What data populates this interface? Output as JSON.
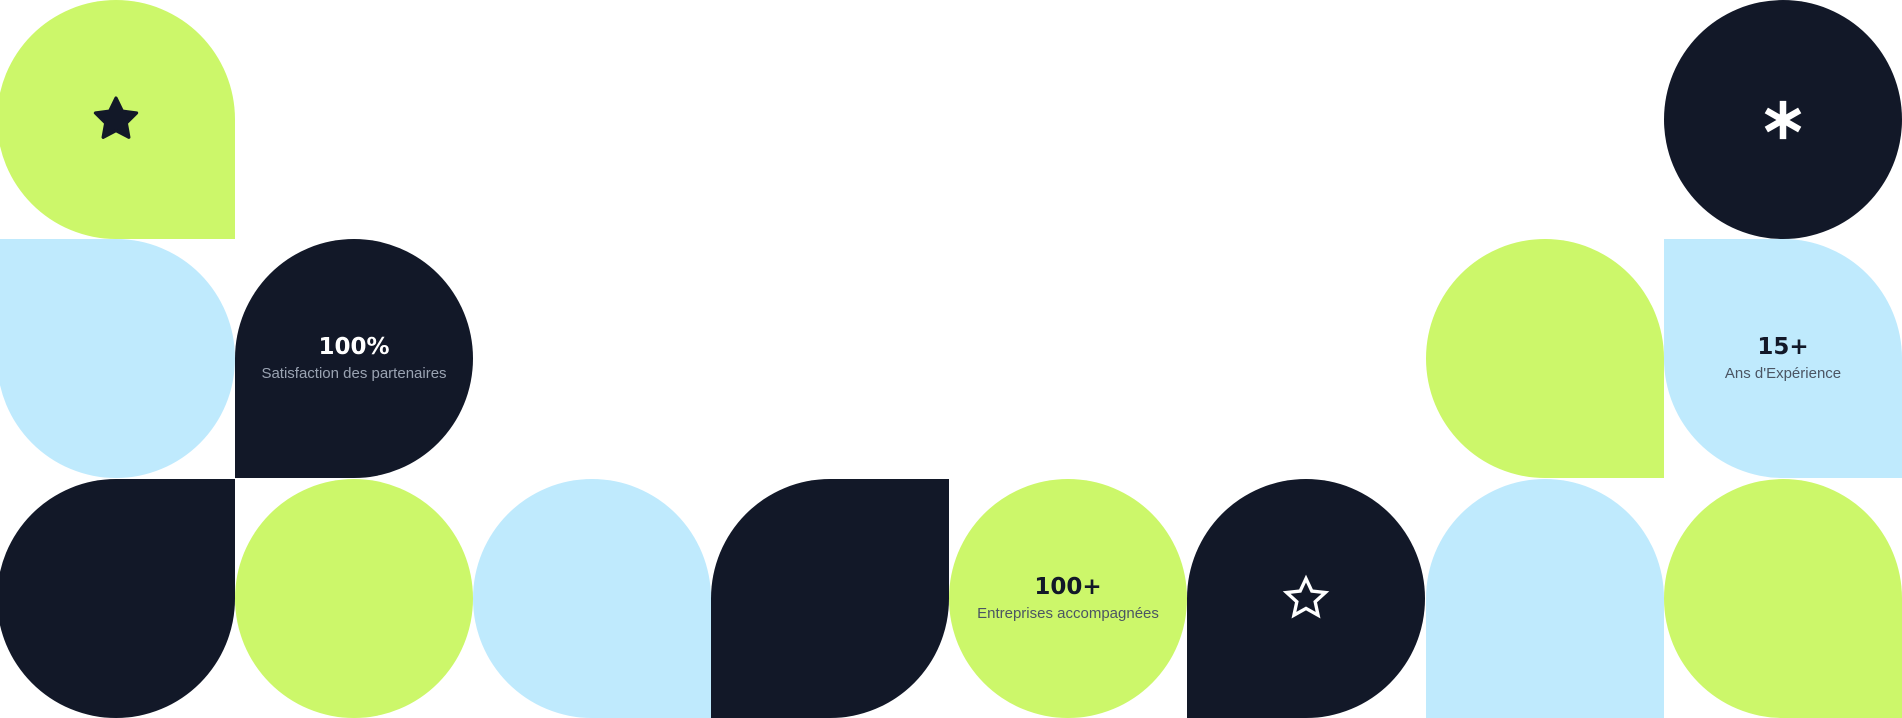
{
  "colors": {
    "lime": "#ccf76a",
    "sky": "#bfeafd",
    "navy": "#121828",
    "white": "#ffffff"
  },
  "icons": {
    "star_filled": "star-icon",
    "star_outline": "star-outline-icon",
    "asterisk": "asterisk-icon"
  },
  "stats": [
    {
      "value": "100%",
      "label": "Satisfaction des partenaires"
    },
    {
      "value": "15+",
      "label": "Ans d'Expérience"
    },
    {
      "value": "100+",
      "label": "Entreprises accompagnées"
    }
  ]
}
